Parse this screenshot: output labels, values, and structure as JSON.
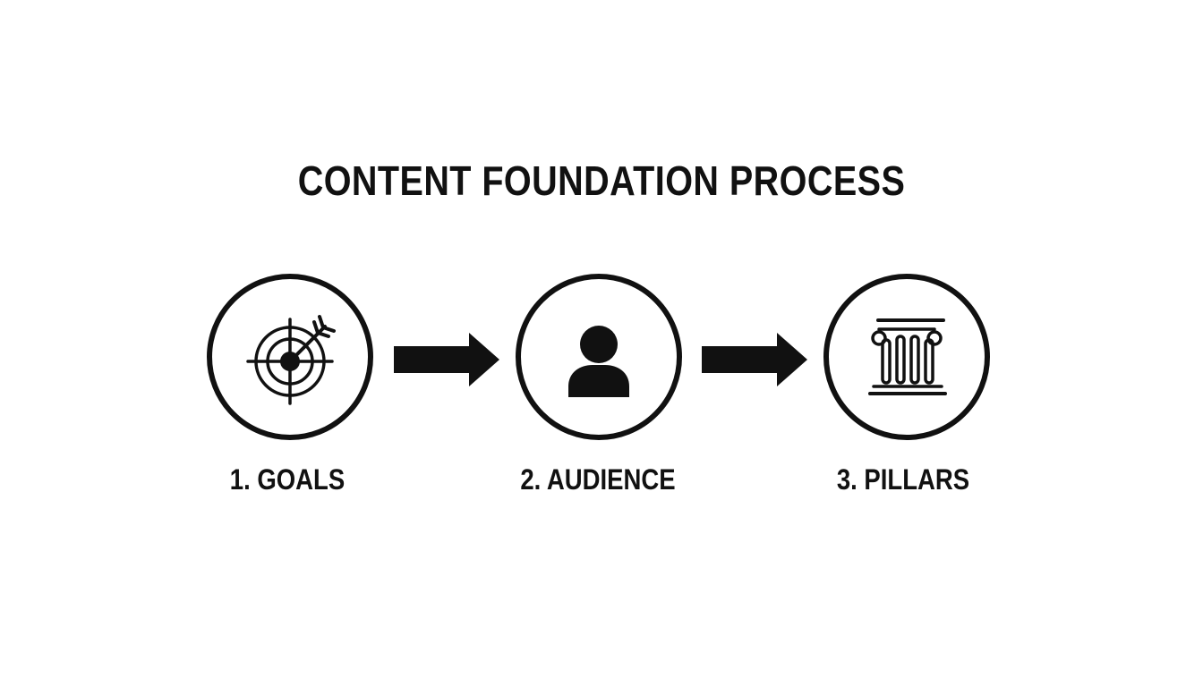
{
  "title": "CONTENT FOUNDATION PROCESS",
  "steps": [
    {
      "label": "1. GOALS",
      "icon": "target-icon"
    },
    {
      "label": "2. AUDIENCE",
      "icon": "user-icon"
    },
    {
      "label": "3. PILLARS",
      "icon": "pillar-icon"
    }
  ],
  "colors": {
    "ink": "#111111",
    "background": "#ffffff"
  }
}
